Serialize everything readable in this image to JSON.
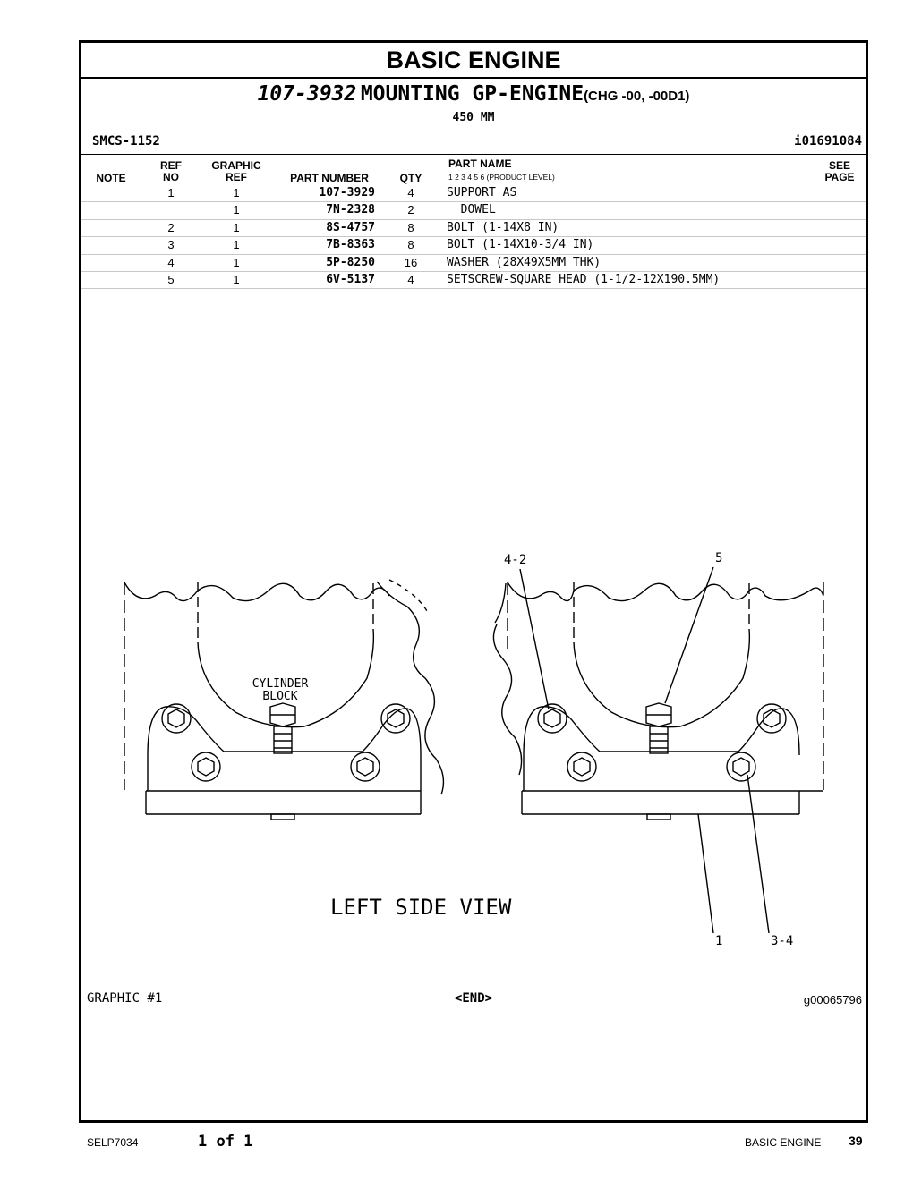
{
  "section_title": "BASIC ENGINE",
  "group": {
    "number": "107-3932",
    "name": "MOUNTING GP-ENGINE",
    "change": "(CHG -00, -00D1)",
    "subtitle": "450 MM"
  },
  "smcs": "SMCS-1152",
  "illustration_id": "i01691084",
  "table_headers": {
    "note": "NOTE",
    "ref_no": [
      "REF",
      "NO"
    ],
    "graphic_ref": [
      "GRAPHIC",
      "REF"
    ],
    "part_number": "PART NUMBER",
    "qty": "QTY",
    "part_name": "PART NAME",
    "product_level": "1   2   3   4   5   6   (PRODUCT LEVEL)",
    "see_page": [
      "SEE",
      "PAGE"
    ]
  },
  "parts": [
    {
      "ref": "1",
      "graphic_ref": "1",
      "part_number": "107-3929",
      "qty": "4",
      "name": "SUPPORT AS"
    },
    {
      "ref": "",
      "graphic_ref": "1",
      "part_number": "7N-2328",
      "qty": "2",
      "name": "  DOWEL"
    },
    {
      "ref": "2",
      "graphic_ref": "1",
      "part_number": "8S-4757",
      "qty": "8",
      "name": "BOLT (1-14X8 IN)"
    },
    {
      "ref": "3",
      "graphic_ref": "1",
      "part_number": "7B-8363",
      "qty": "8",
      "name": "BOLT (1-14X10-3/4 IN)"
    },
    {
      "ref": "4",
      "graphic_ref": "1",
      "part_number": "5P-8250",
      "qty": "16",
      "name": "WASHER (28X49X5MM THK)"
    },
    {
      "ref": "5",
      "graphic_ref": "1",
      "part_number": "6V-5137",
      "qty": "4",
      "name": "SETSCREW-SQUARE HEAD (1-1/2-12X190.5MM)"
    }
  ],
  "illustration": {
    "cylinder_block_label": [
      "CYLINDER",
      "BLOCK"
    ],
    "view_label": "LEFT SIDE VIEW",
    "callouts": [
      "4-2",
      "5",
      "1",
      "3-4"
    ]
  },
  "graphic_footer": {
    "left": "GRAPHIC #1",
    "center": "<END>",
    "right": "g00065796"
  },
  "page_footer": {
    "doc": "SELP7034",
    "page_of": "1 of 1",
    "section": "BASIC ENGINE",
    "page_number": "39"
  }
}
